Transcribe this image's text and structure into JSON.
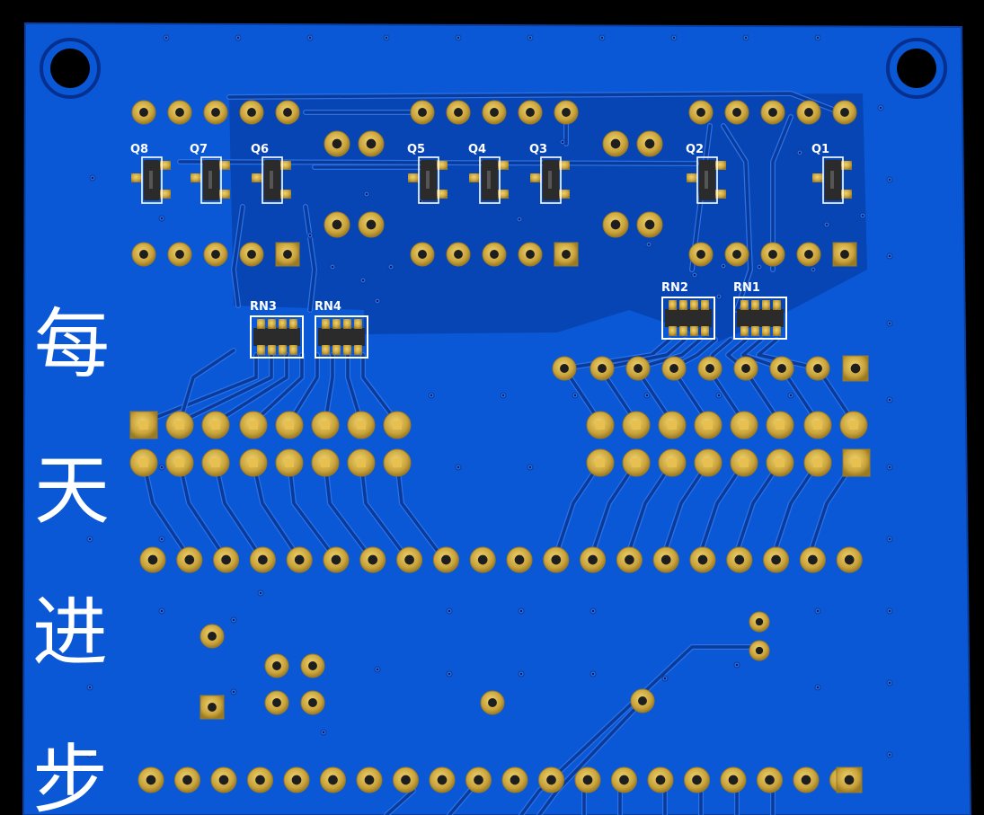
{
  "board": {
    "colors": {
      "background": "#000000",
      "solder_mask": "#0a58d6",
      "copper_pour": "#073fa6",
      "trace": "#0a3a9a",
      "trace_edge": "#2a72e8",
      "pad_gold": "#c9a23a",
      "pad_highlight": "#e8c860",
      "silkscreen": "#ffffff",
      "chip_body": "#2b2b2b"
    },
    "silkscreen_text": [
      "每",
      "天",
      "进",
      "步"
    ],
    "components": {
      "transistors": [
        "Q8",
        "Q7",
        "Q6",
        "Q5",
        "Q4",
        "Q3",
        "Q2",
        "Q1"
      ],
      "resistor_networks": [
        "RN3",
        "RN4",
        "RN2",
        "RN1"
      ]
    }
  }
}
